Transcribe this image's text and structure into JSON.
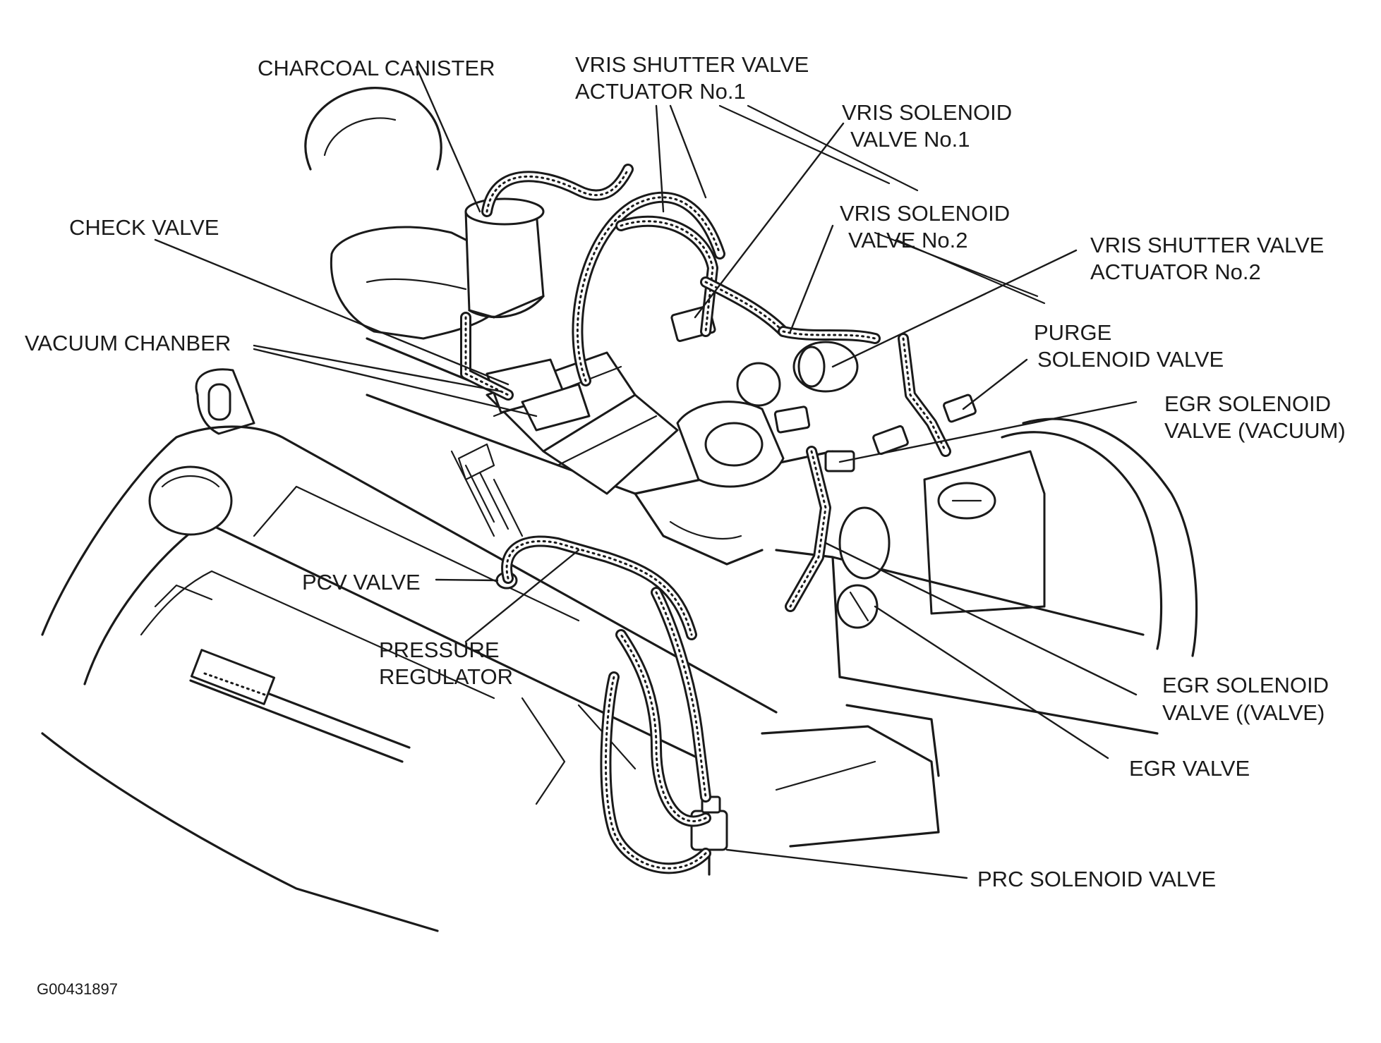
{
  "diagram": {
    "labels": {
      "charcoal_canister": "CHARCOAL CANISTER",
      "vris_actuator_1": [
        "VRIS SHUTTER VALVE",
        "ACTUATOR No.1"
      ],
      "vris_solenoid_1": [
        "VRIS SOLENOID",
        "VALVE No.1"
      ],
      "vris_solenoid_2": [
        "VRIS SOLENOID",
        "VALVE No.2"
      ],
      "vris_actuator_2": [
        "VRIS SHUTTER VALVE",
        "ACTUATOR No.2"
      ],
      "check_valve": "CHECK VALVE",
      "vacuum_chamber": "VACUUM CHANBER",
      "purge_solenoid": [
        "PURGE",
        "SOLENOID VALVE"
      ],
      "egr_solenoid_vacuum": [
        "EGR SOLENOID",
        "VALVE (VACUUM)"
      ],
      "pcv_valve": "PCV VALVE",
      "pressure_regulator": [
        "PRESSURE",
        "REGULATOR"
      ],
      "egr_solenoid_valve": [
        "EGR SOLENOID",
        "VALVE ((VALVE)"
      ],
      "egr_valve": "EGR VALVE",
      "prc_solenoid": "PRC SOLENOID VALVE"
    },
    "reference_code": "G00431897"
  }
}
